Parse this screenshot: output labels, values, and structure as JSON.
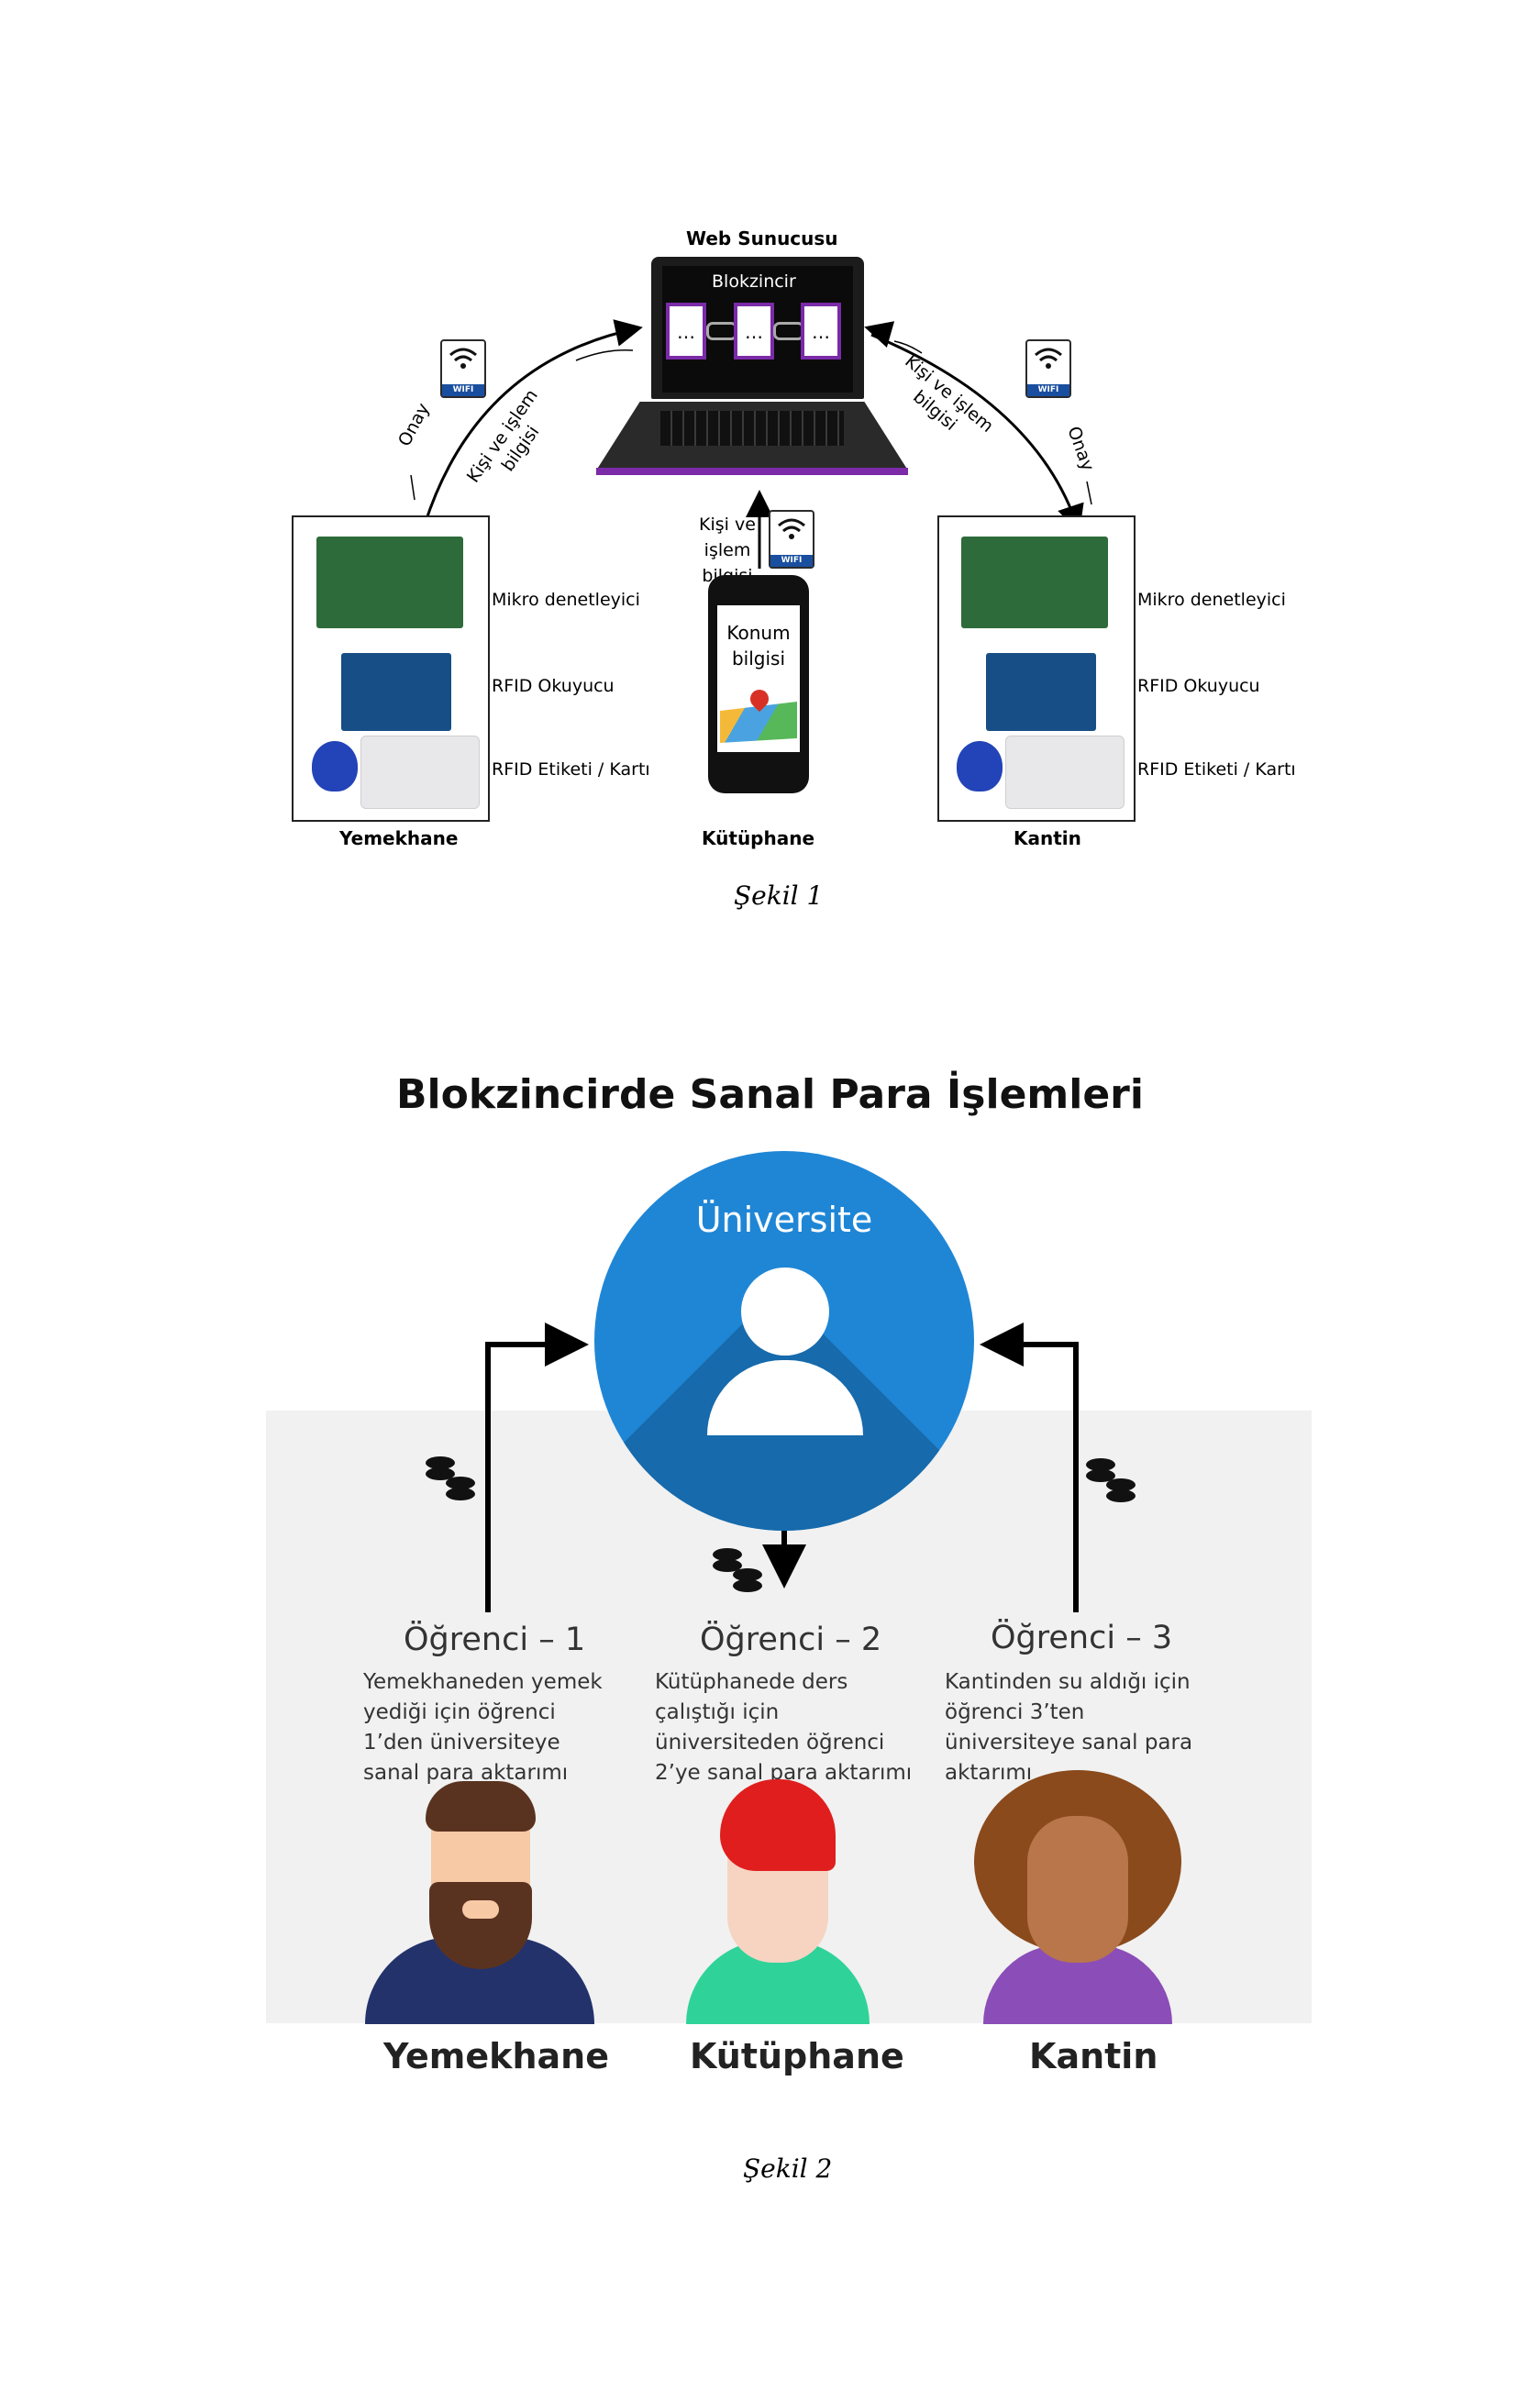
{
  "figure1": {
    "server_label": "Web Sunucusu",
    "blockchain_label": "Blokzincir",
    "block_dots": "…",
    "wifi_label": "WIFI",
    "left_arrow_label_1": "Onay",
    "left_arrow_label_2": "Kişi ve işlem bilgisi",
    "right_arrow_label_1": "Kişi ve işlem bilgisi",
    "right_arrow_label_2": "Onay",
    "phone_arrow_label": "Kişi ve işlem bilgisi",
    "phone_screen_text": "Konum bilgisi",
    "component_mcu": "Mikro denetleyici",
    "component_reader": "RFID Okuyucu",
    "component_tag": "RFID Etiketi / Kartı",
    "place_left": "Yemekhane",
    "place_center": "Kütüphane",
    "place_right": "Kantin",
    "caption": "Şekil 1"
  },
  "figure2": {
    "title": "Blokzincirde Sanal Para İşlemleri",
    "center_node": "Üniversite",
    "students": [
      {
        "name": "Öğrenci – 1",
        "desc": "Yemekhaneden yemek yediği için öğrenci 1’den üniversiteye sanal para aktarımı",
        "place": "Yemekhane",
        "hair": "#5a3320",
        "shirt": "#23326b"
      },
      {
        "name": "Öğrenci – 2",
        "desc": "Kütüphanede ders çalıştığı için üniversiteden öğrenci 2’ye sanal para aktarımı",
        "place": "Kütüphane",
        "hair": "#e01e1e",
        "shirt": "#2fd39a"
      },
      {
        "name": "Öğrenci – 3",
        "desc": "Kantinden su aldığı için öğrenci 3’ten üniversiteye sanal para aktarımı",
        "place": "Kantin",
        "hair": "#8a4a1c",
        "shirt": "#8b4db8"
      }
    ],
    "caption": "Şekil 2"
  },
  "colors": {
    "blockchain_border": "#7b2aa8",
    "university_blue": "#1f86d6",
    "wifi_blue": "#1a4fa0"
  }
}
